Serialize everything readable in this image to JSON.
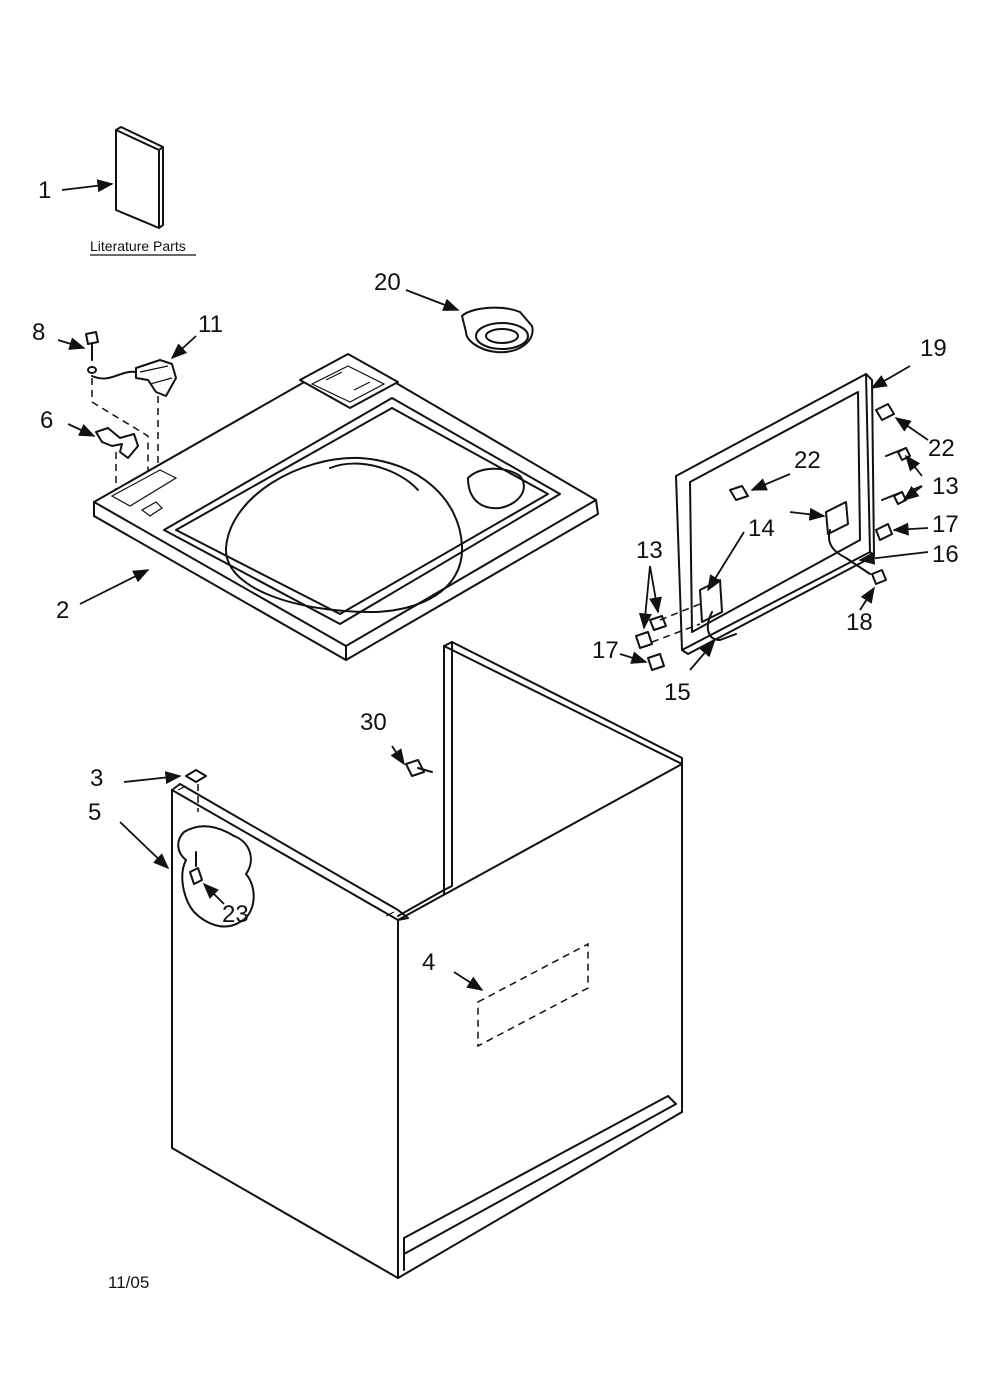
{
  "diagram": {
    "literature_label": "Literature Parts",
    "date_code": "11/05",
    "callouts": {
      "c1": "1",
      "c2": "2",
      "c3": "3",
      "c4": "4",
      "c5": "5",
      "c6": "6",
      "c8": "8",
      "c11": "11",
      "c13a": "13",
      "c13b": "13",
      "c14": "14",
      "c15": "15",
      "c16": "16",
      "c17a": "17",
      "c17b": "17",
      "c18": "18",
      "c19": "19",
      "c20": "20",
      "c22a": "22",
      "c22b": "22",
      "c23": "23",
      "c30": "30"
    }
  }
}
